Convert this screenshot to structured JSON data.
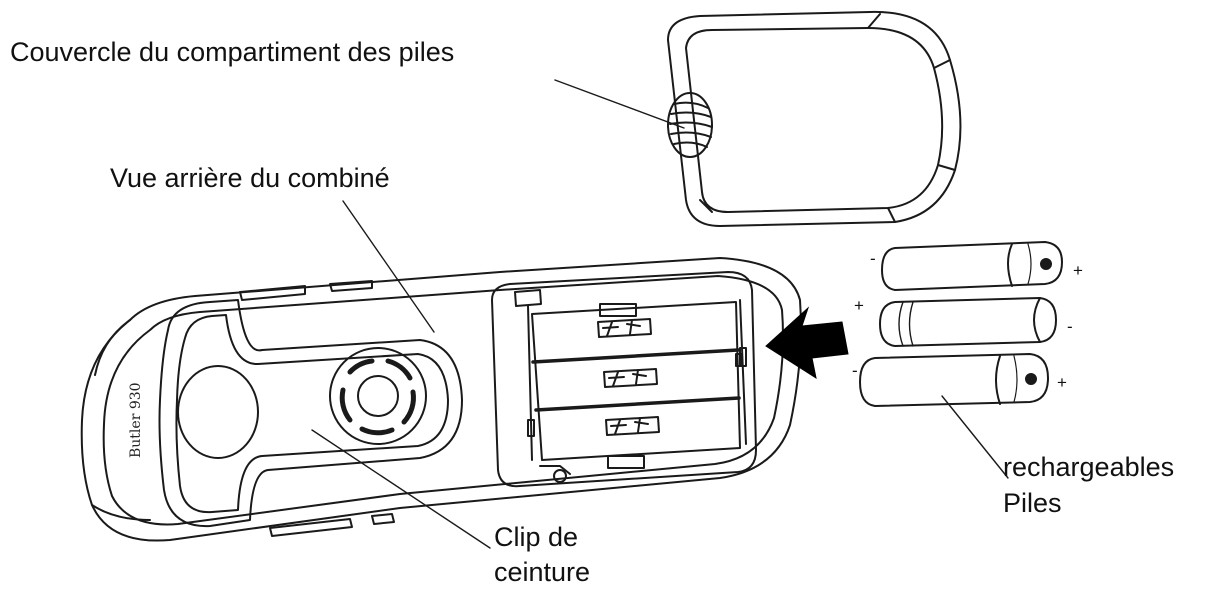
{
  "labels": {
    "battery_cover": "Couvercle du compartiment des piles",
    "rear_view": "Vue arrière du combiné",
    "belt_clip_line1": "Clip de",
    "belt_clip_line2": "ceinture",
    "batteries_line1": "rechargeables",
    "batteries_line2": "Piles"
  },
  "handset": {
    "model_text": "Butler 930"
  },
  "batteries": [
    {
      "left_sign": "-",
      "right_sign": "+"
    },
    {
      "left_sign": "+",
      "right_sign": "-"
    },
    {
      "left_sign": "-",
      "right_sign": "+"
    }
  ],
  "colors": {
    "line": "#1a1a1a",
    "arrow": "#000000",
    "background": "#ffffff"
  }
}
